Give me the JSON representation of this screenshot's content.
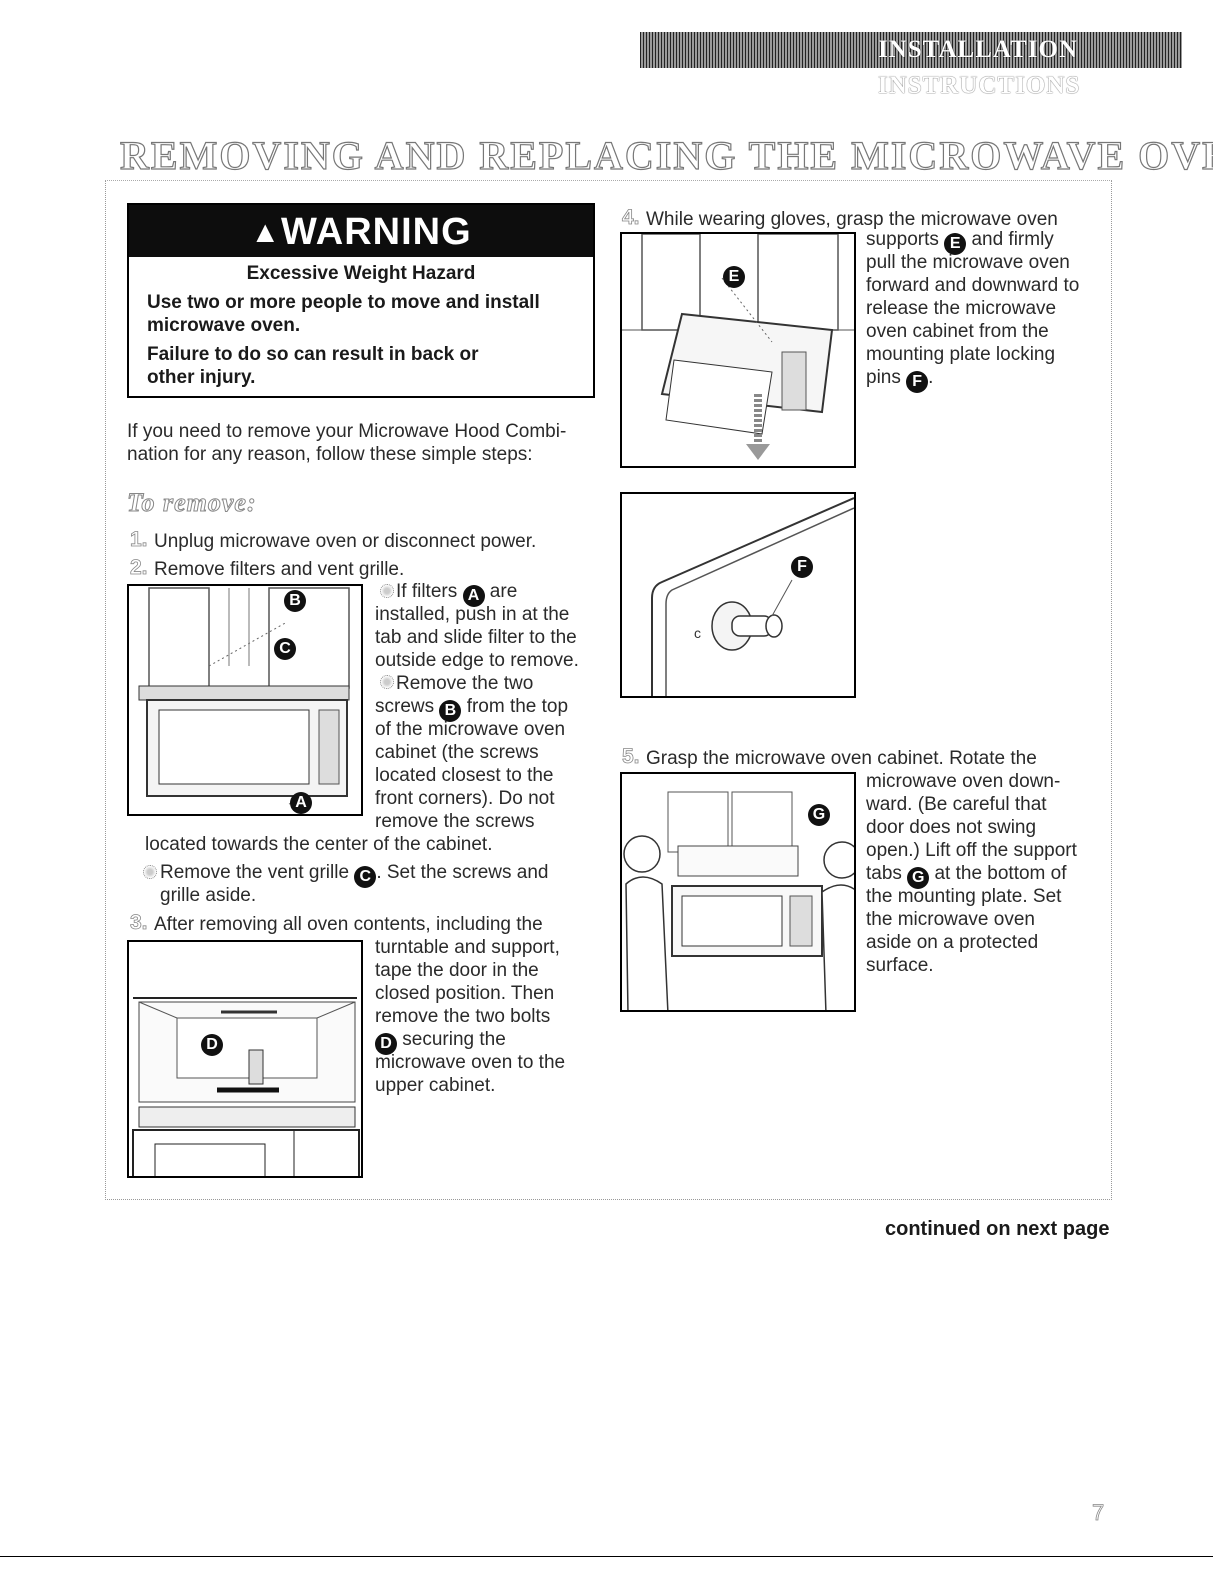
{
  "header": {
    "title": "INSTALLATION INSTRUCTIONS"
  },
  "page_title": "REMOVING AND REPLACING THE MICROWAVE OVEN",
  "warning": {
    "heading": "WARNING",
    "hazard": "Excessive Weight Hazard",
    "line1a": "Use two or more people to move and install",
    "line1b": "microwave oven.",
    "line2a": "Failure to do so can result in back or",
    "line2b": "other injury."
  },
  "intro": [
    "If you need to remove your Microwave Hood Combi-",
    "nation for any reason, follow these simple steps:"
  ],
  "section_heading": "To remove:",
  "step1": {
    "num": "1.",
    "text": "Unplug microwave oven or disconnect power."
  },
  "step2": {
    "num": "2.",
    "text": "Remove filters and vent grille.",
    "right_lines": [
      "If filters",
      "installed, push in at the",
      "tab and slide filter to the",
      "outside edge to remove.",
      "Remove the two",
      "screws",
      "of the microwave oven",
      "cabinet (the screws",
      "located closest to the",
      "front corners). Do not",
      "remove the screws"
    ],
    "are": "are",
    "from_top": "from the top",
    "bottom_line": "located towards the center of the cabinet.",
    "vent_a": "Remove the vent grille",
    "vent_b": ". Set the screws and",
    "vent_c": "grille aside."
  },
  "step3": {
    "num": "3.",
    "text": "After removing all oven contents, including the",
    "lines": [
      "turntable and support,",
      "tape the door in the",
      "closed position. Then",
      "remove the two bolts"
    ],
    "securing": "securing the",
    "lines2": [
      "microwave oven to the",
      "upper cabinet."
    ]
  },
  "step4": {
    "num": "4.",
    "text": "While wearing gloves, grasp the microwave oven",
    "supports": "supports",
    "and_firmly": "and firmly",
    "lines": [
      "pull the microwave oven",
      "forward and downward to",
      "release the microwave",
      "oven cabinet from the",
      "mounting plate locking"
    ],
    "pins": "pins",
    "period": "."
  },
  "step5": {
    "num": "5.",
    "text": "Grasp the microwave oven cabinet. Rotate the",
    "lines": [
      "microwave oven down-",
      "ward. (Be careful that",
      "door does not swing",
      "open.) Lift off the support"
    ],
    "tabs": "tabs",
    "at_bottom": "at the bottom of",
    "lines2": [
      "the mounting plate. Set",
      "the microwave oven",
      "aside on a protected",
      "surface."
    ]
  },
  "callouts": {
    "A": "A",
    "B": "B",
    "C": "C",
    "D": "D",
    "E": "E",
    "F": "F",
    "G": "G"
  },
  "footer": {
    "continued": "continued on next page",
    "page_number": "7"
  }
}
